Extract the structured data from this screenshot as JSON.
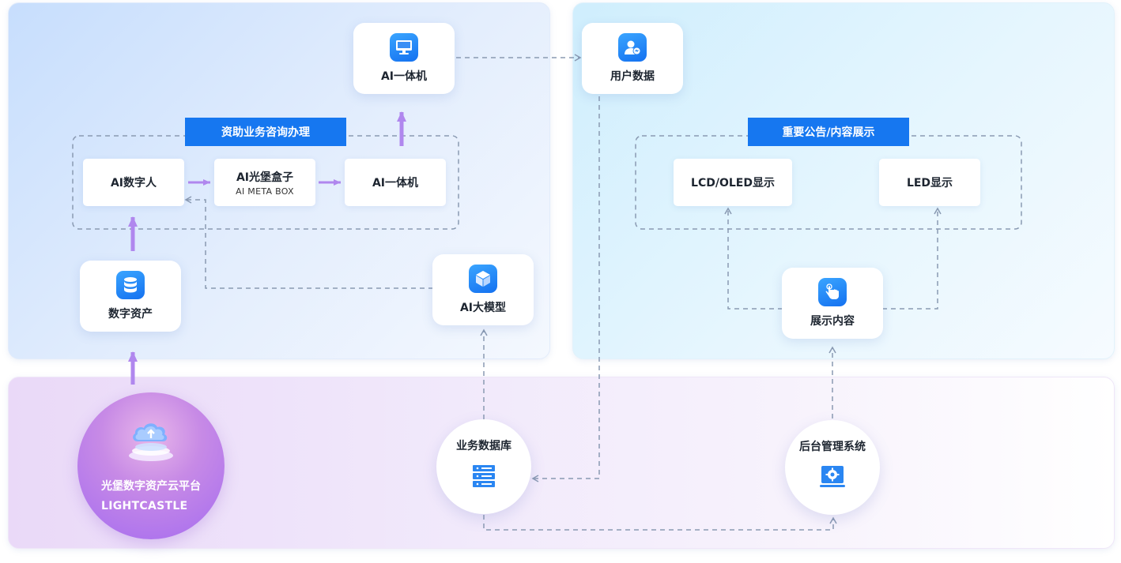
{
  "nodes": {
    "ai_kiosk_top": {
      "label": "AI一体机",
      "icon": "monitor-icon"
    },
    "user_data": {
      "label": "用户数据",
      "icon": "user-chat-icon"
    },
    "ai_digital_human": {
      "label": "AI数字人"
    },
    "ai_box": {
      "label": "AI光堡盒子",
      "sub": "AI META BOX"
    },
    "ai_kiosk_row": {
      "label": "AI一体机"
    },
    "digital_assets": {
      "label": "数字资产",
      "icon": "database-icon"
    },
    "ai_model": {
      "label": "AI大模型",
      "icon": "cube-icon"
    },
    "lcd_oled": {
      "label": "LCD/OLED显示"
    },
    "led": {
      "label": "LED显示"
    },
    "display_content": {
      "label": "展示内容",
      "icon": "hand-touch-icon"
    },
    "business_db": {
      "label": "业务数据库",
      "icon": "server-icon"
    },
    "admin_system": {
      "label": "后台管理系统",
      "icon": "settings-window-icon"
    },
    "cloud_platform": {
      "label": "光堡数字资产云平台",
      "sub": "LIGHTCASTLE",
      "icon": "cloud-upload-icon"
    }
  },
  "groups": {
    "consult": {
      "title": "资助业务咨询办理"
    },
    "announce": {
      "title": "重要公告/内容展示"
    }
  },
  "colors": {
    "accent": "#1677f0",
    "solid_arrow": "#b087ee",
    "dashed_line": "#8a9ab2"
  }
}
